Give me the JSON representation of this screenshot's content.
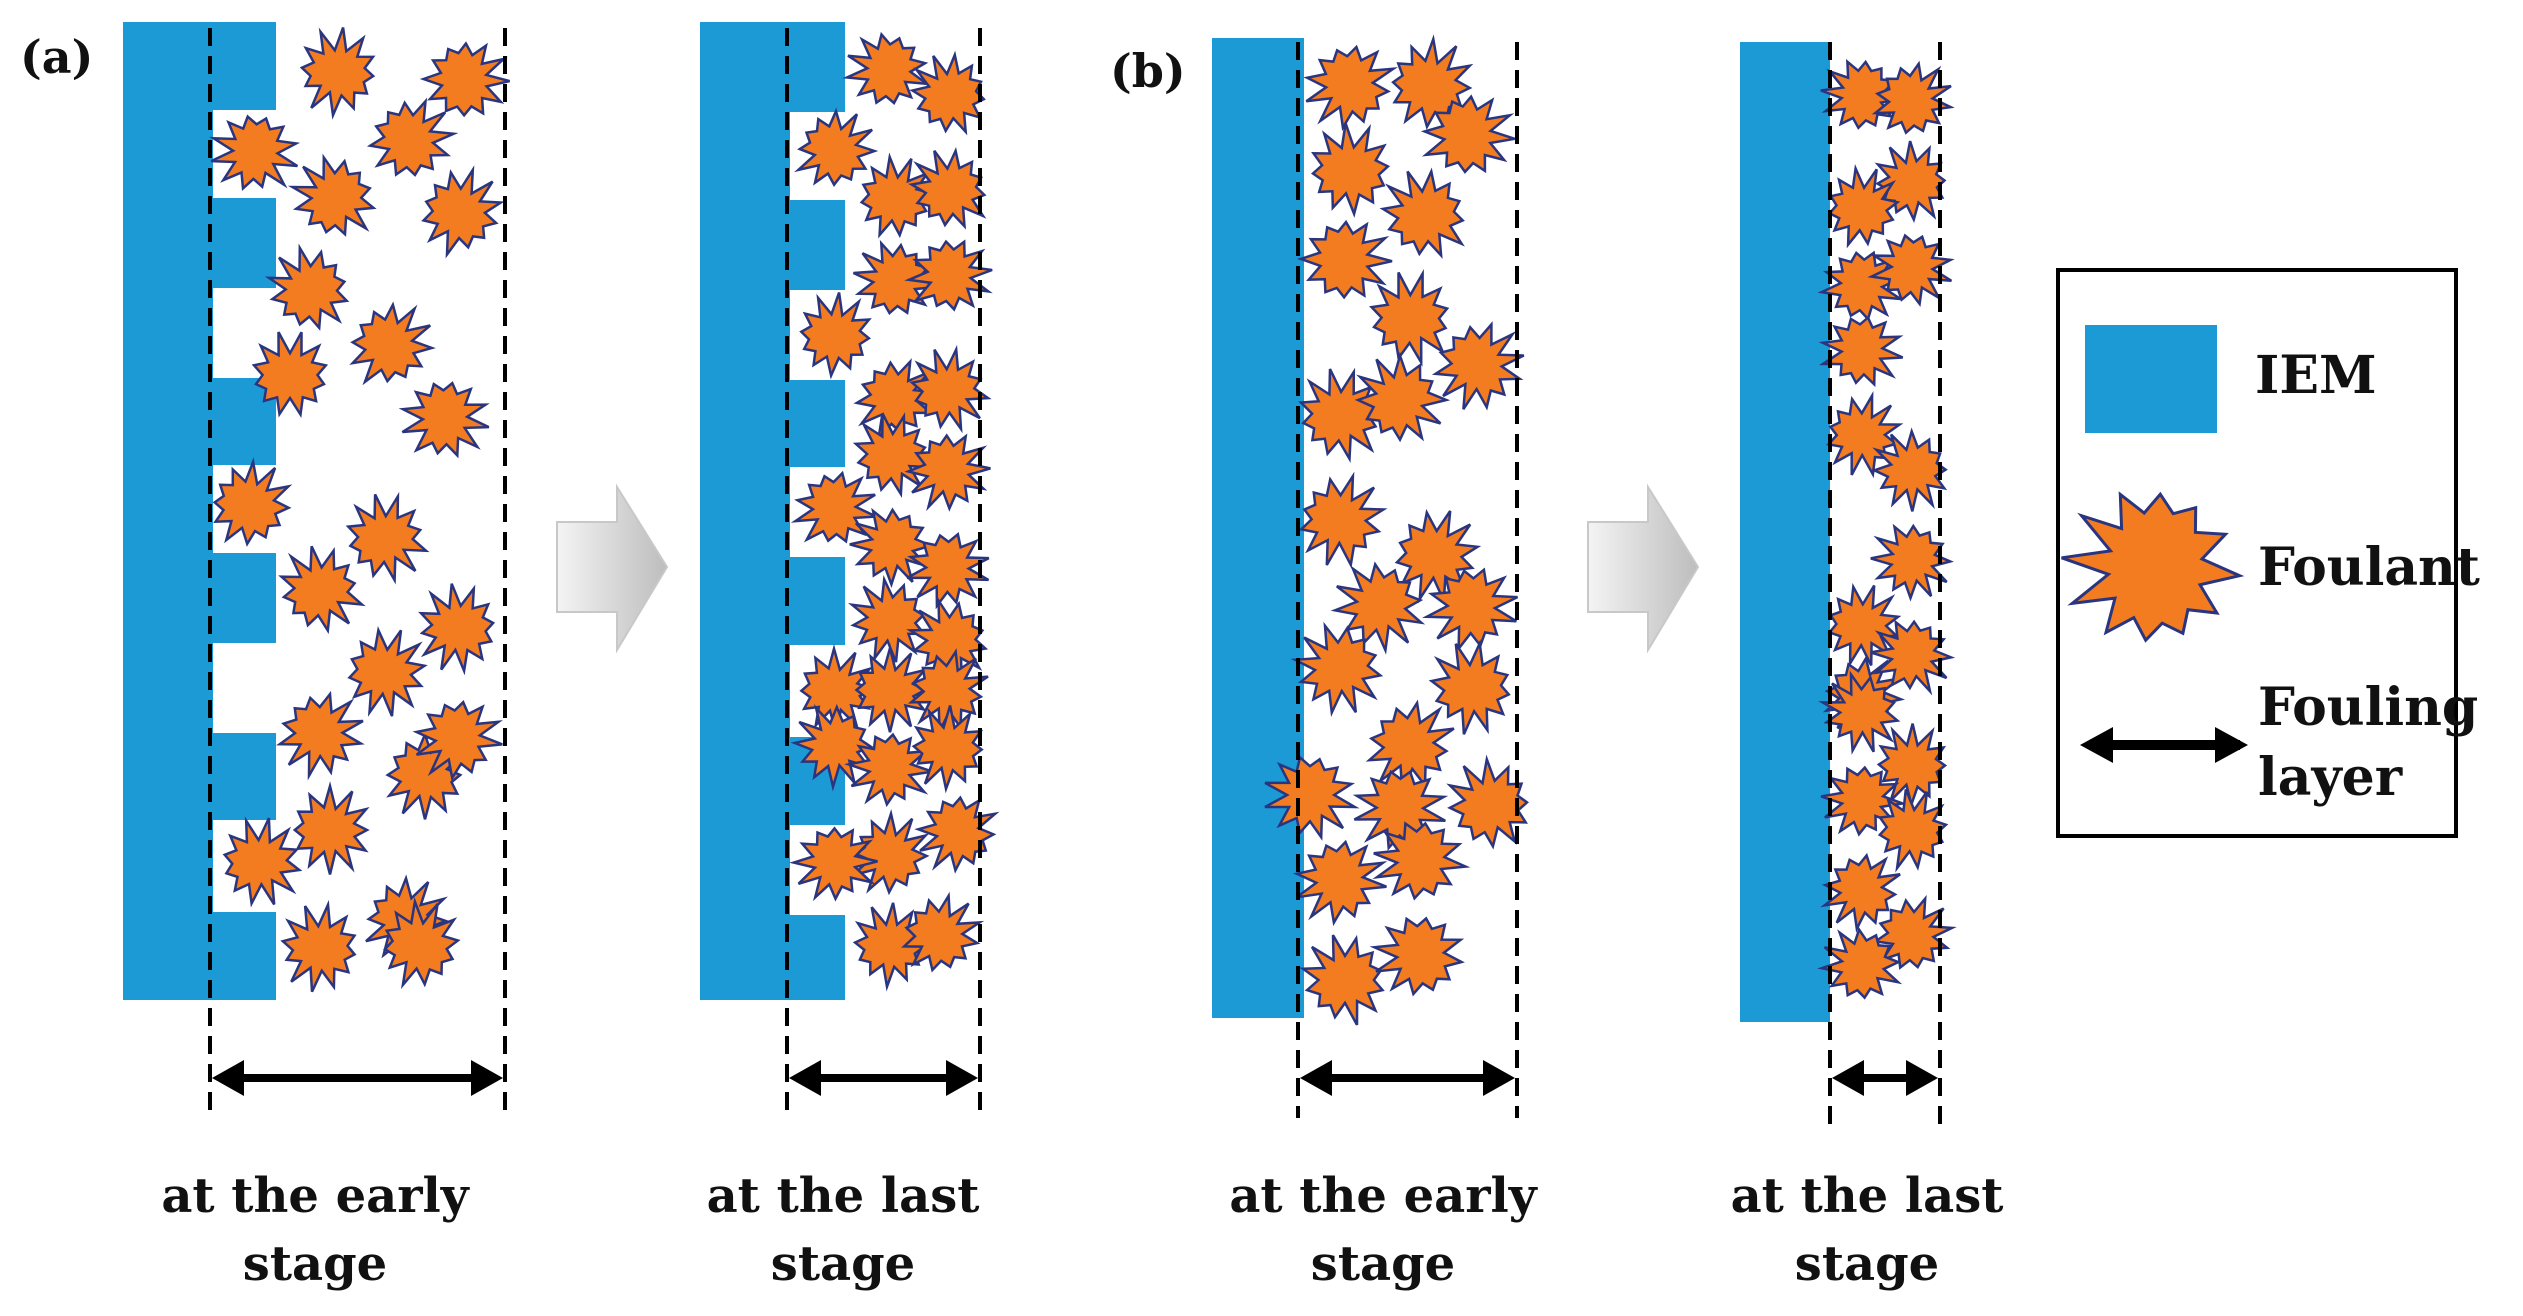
{
  "panels": {
    "a": {
      "label": "(a)",
      "early_caption": [
        "at the early",
        "stage"
      ],
      "last_caption": [
        "at the last",
        "stage"
      ]
    },
    "b": {
      "label": "(b)",
      "early_caption": [
        "at the early",
        "stage"
      ],
      "last_caption": [
        "at the last",
        "stage"
      ]
    }
  },
  "legend": {
    "items": [
      {
        "icon": "iem-swatch-icon",
        "label": [
          "IEM"
        ]
      },
      {
        "icon": "foulant-star-icon",
        "label": [
          "Foulant"
        ]
      },
      {
        "icon": "double-arrow-icon",
        "label": [
          "Fouling",
          "layer"
        ]
      }
    ]
  },
  "colors": {
    "iem": "#1b9ad6",
    "foulant_fill": "#f47c20",
    "foulant_stroke": "#2a3580",
    "arrow_fill": "#d9d9d9",
    "line": "#000000"
  },
  "icons": {
    "transition": "right-arrow-icon"
  }
}
